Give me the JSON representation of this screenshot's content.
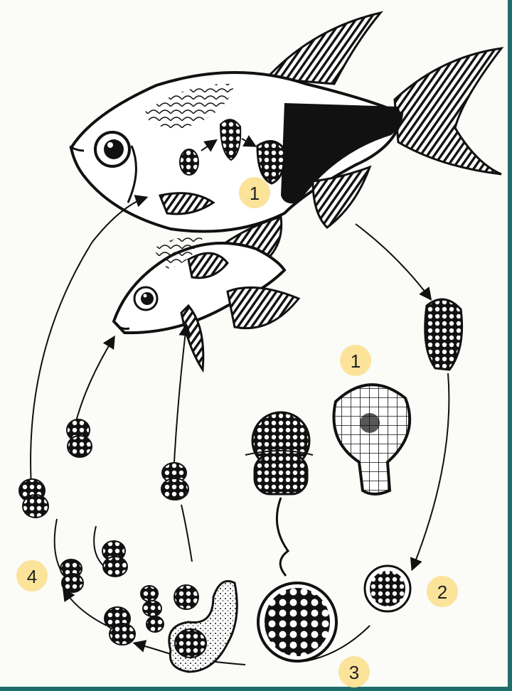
{
  "diagram": {
    "badges": [
      {
        "id": "badge-1-fish",
        "label": "1"
      },
      {
        "id": "badge-1-cyst",
        "label": "1"
      },
      {
        "id": "badge-2",
        "label": "2"
      },
      {
        "id": "badge-3",
        "label": "3"
      },
      {
        "id": "badge-4",
        "label": "4"
      }
    ]
  },
  "colors": {
    "badge_fill": "#fbe39a",
    "ink": "#111111",
    "frame": "#1f6d6d",
    "background": "#fbfbf8"
  }
}
